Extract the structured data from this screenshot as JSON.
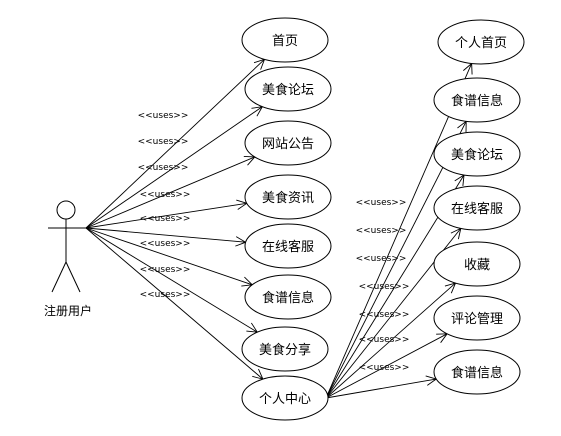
{
  "actor": {
    "label": "注册用户"
  },
  "stereotype": "<<uses>>",
  "left_use_cases": [
    {
      "id": "uc-home",
      "label": "首页"
    },
    {
      "id": "uc-food-forum",
      "label": "美食论坛"
    },
    {
      "id": "uc-site-notice",
      "label": "网站公告"
    },
    {
      "id": "uc-food-news",
      "label": "美食资讯"
    },
    {
      "id": "uc-online-service",
      "label": "在线客服"
    },
    {
      "id": "uc-recipe-info",
      "label": "食谱信息"
    },
    {
      "id": "uc-food-share",
      "label": "美食分享"
    },
    {
      "id": "uc-personal-center",
      "label": "个人中心"
    }
  ],
  "right_use_cases": [
    {
      "id": "uc-personal-home",
      "label": "个人首页"
    },
    {
      "id": "uc-recipe-info-2",
      "label": "食谱信息"
    },
    {
      "id": "uc-food-forum-2",
      "label": "美食论坛"
    },
    {
      "id": "uc-online-service-2",
      "label": "在线客服"
    },
    {
      "id": "uc-favorites",
      "label": "收藏"
    },
    {
      "id": "uc-comment-manage",
      "label": "评论管理"
    },
    {
      "id": "uc-recipe-info-3",
      "label": "食谱信息"
    }
  ]
}
